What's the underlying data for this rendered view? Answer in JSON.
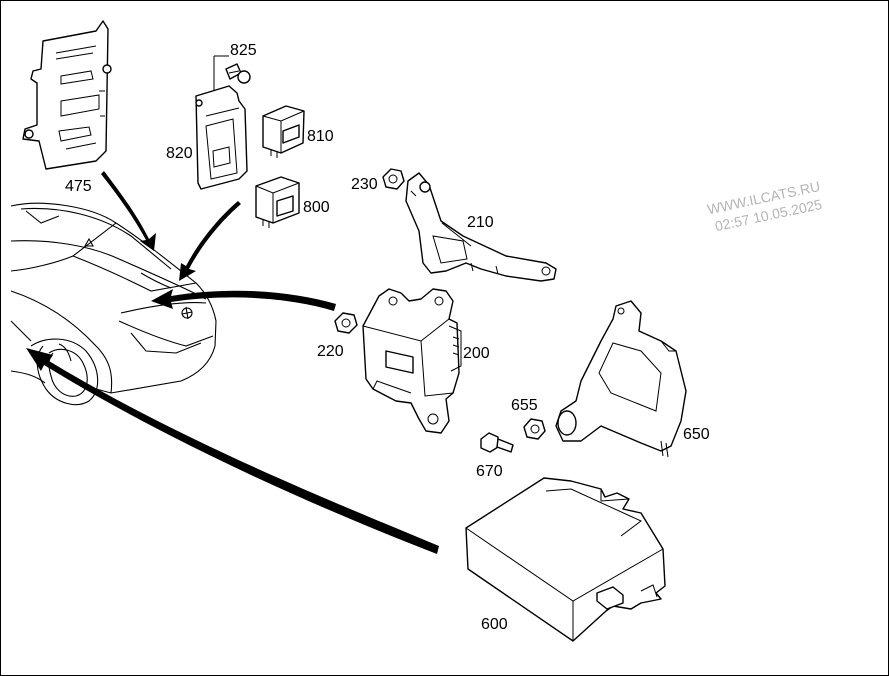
{
  "watermark": {
    "site": "WWW.ILCATS.RU",
    "stamp": "02:57 10.05.2025"
  },
  "callouts": [
    {
      "id": "p475",
      "label": "475"
    },
    {
      "id": "p825",
      "label": "825"
    },
    {
      "id": "p820",
      "label": "820"
    },
    {
      "id": "p810",
      "label": "810"
    },
    {
      "id": "p800",
      "label": "800"
    },
    {
      "id": "p230",
      "label": "230"
    },
    {
      "id": "p210",
      "label": "210"
    },
    {
      "id": "p220",
      "label": "220"
    },
    {
      "id": "p200",
      "label": "200"
    },
    {
      "id": "p655",
      "label": "655"
    },
    {
      "id": "p650",
      "label": "650"
    },
    {
      "id": "p670",
      "label": "670"
    },
    {
      "id": "p600",
      "label": "600"
    }
  ]
}
